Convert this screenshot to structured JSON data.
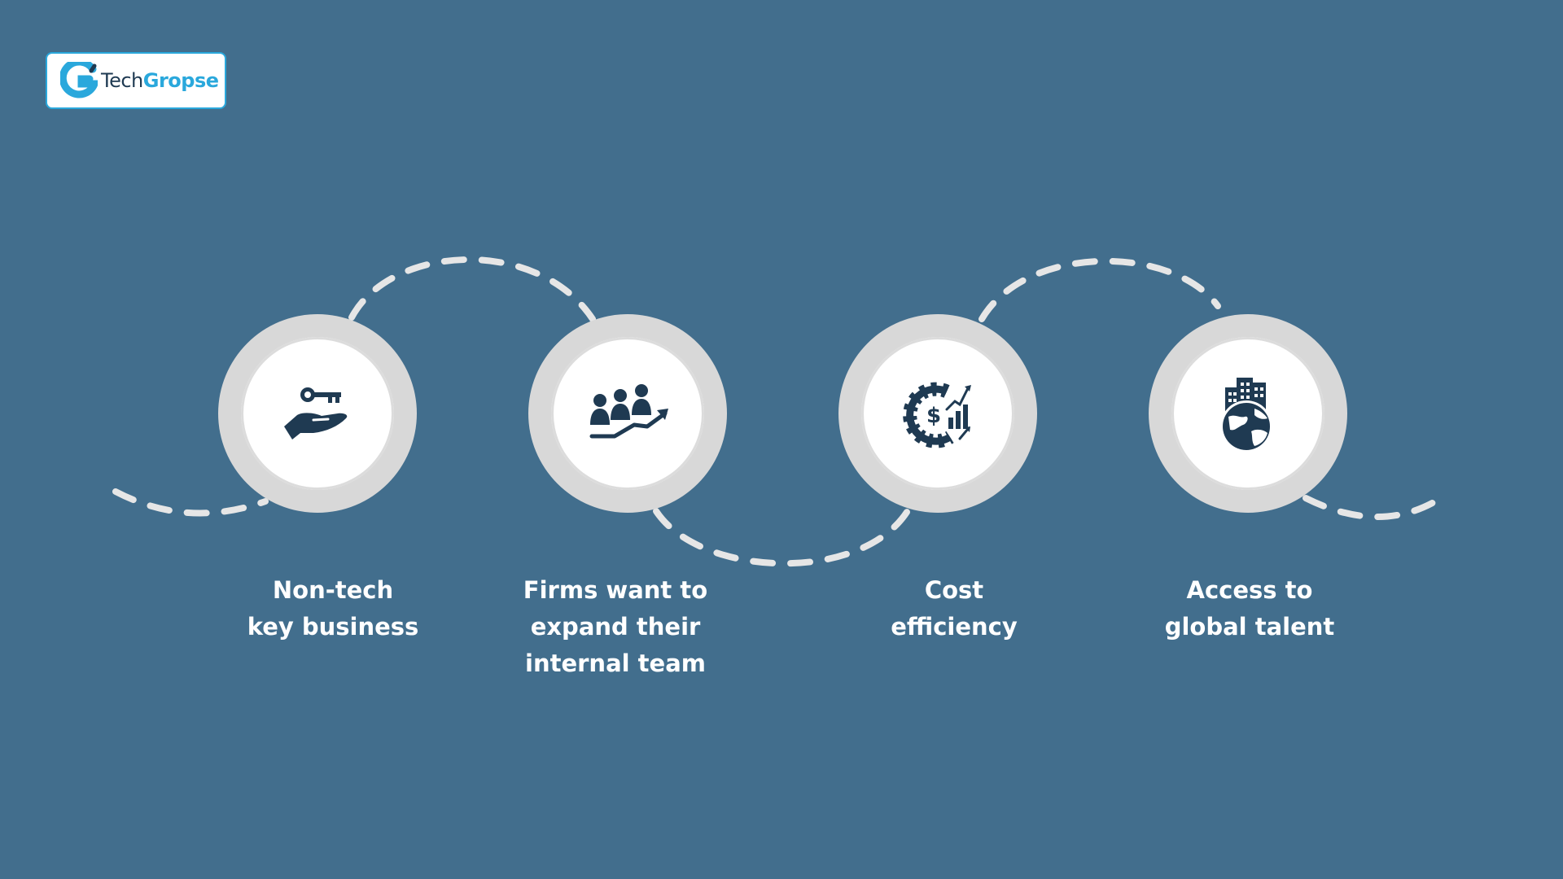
{
  "brand": {
    "name_part1": "Tech",
    "name_part2": "Gropse"
  },
  "colors": {
    "background": "#426e8d",
    "icon": "#1f3a52",
    "accent": "#2aa8dc",
    "ring": "#d8d8d8",
    "dash": "#e6e6e6"
  },
  "steps": [
    {
      "icon": "key-in-hand-icon",
      "lines": [
        "Non-tech",
        "key business"
      ]
    },
    {
      "icon": "team-growth-icon",
      "lines": [
        "Firms want to",
        "expand their",
        "internal team"
      ]
    },
    {
      "icon": "cost-efficiency-icon",
      "lines": [
        "Cost",
        "efficiency"
      ]
    },
    {
      "icon": "global-talent-icon",
      "lines": [
        "Access to",
        "global talent"
      ]
    }
  ]
}
